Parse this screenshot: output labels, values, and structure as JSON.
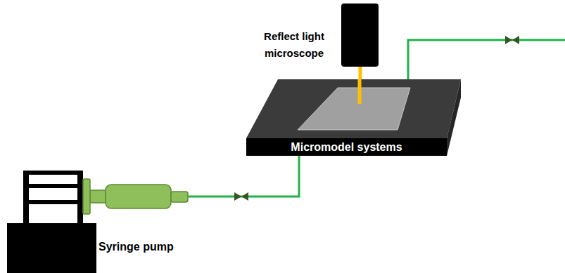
{
  "diagram": {
    "nodes": [
      {
        "text": [
          "Reflect light microscope"
        ]
      },
      {
        "text": [
          "Micromodel systems"
        ]
      },
      {
        "text": [
          "Syringe pump"
        ]
      }
    ],
    "edges": [
      {
        "from": 0,
        "to": 1,
        "arrow": "none"
      },
      {
        "from": 2,
        "to": 1,
        "arrow": "none"
      }
    ]
  }
}
